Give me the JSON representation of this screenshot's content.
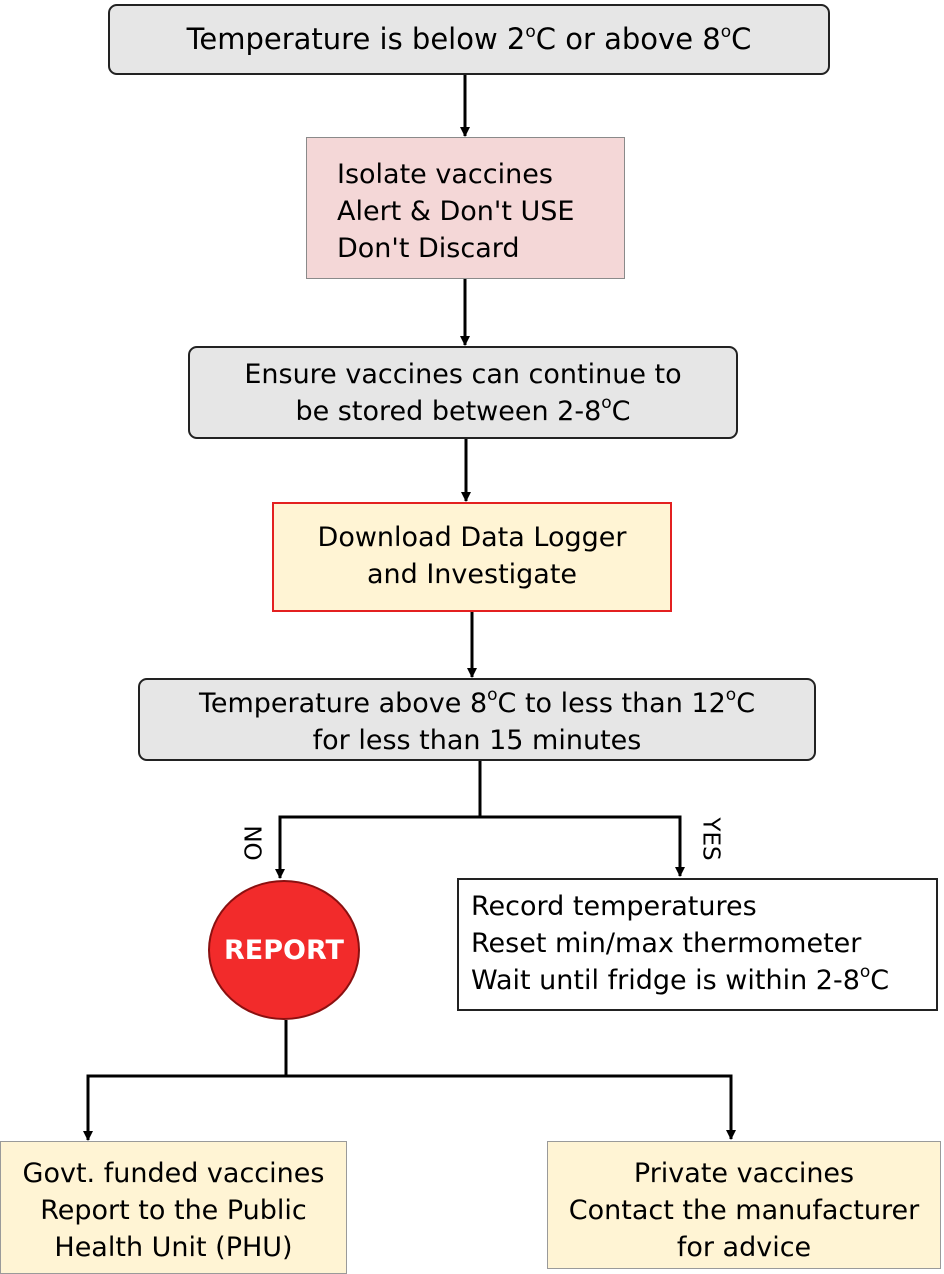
{
  "start": {
    "text": "Temperature is below 2",
    "sup1": "o",
    "mid": "C or above 8",
    "sup2": "o",
    "end": "C"
  },
  "isolate": {
    "lines": [
      "Isolate vaccines",
      "Alert & Don't USE",
      "Don't Discard"
    ]
  },
  "ensure": {
    "line1": "Ensure vaccines can continue to",
    "line2_pre": "be stored between 2-8",
    "line2_sup": "o",
    "line2_post": "C"
  },
  "download": {
    "lines": [
      "Download Data Logger",
      "and Investigate"
    ]
  },
  "temp_check": {
    "line1_a": "Temperature above 8",
    "line1_sup1": "o",
    "line1_b": "C to less than 12",
    "line1_sup2": "o",
    "line1_c": "C",
    "line2": "for less than 15 minutes"
  },
  "branches": {
    "no": "NO",
    "yes": "YES"
  },
  "report": {
    "label": "REPORT"
  },
  "record": {
    "line1": "Record temperatures",
    "line2": "Reset min/max thermometer",
    "line3_pre": "Wait until fridge is within 2-8",
    "line3_sup": "o",
    "line3_post": "C"
  },
  "govt": {
    "lines": [
      "Govt. funded vaccines",
      "Report to the Public",
      "Health Unit (PHU)"
    ]
  },
  "private": {
    "lines": [
      "Private vaccines",
      "Contact the manufacturer",
      "for advice"
    ]
  },
  "colors": {
    "grey_box": "#e6e6e6",
    "pink_box": "#f4d7d7",
    "cream_box": "#fff4d4",
    "red_border": "#e32020",
    "report_red": "#f22b2b"
  }
}
